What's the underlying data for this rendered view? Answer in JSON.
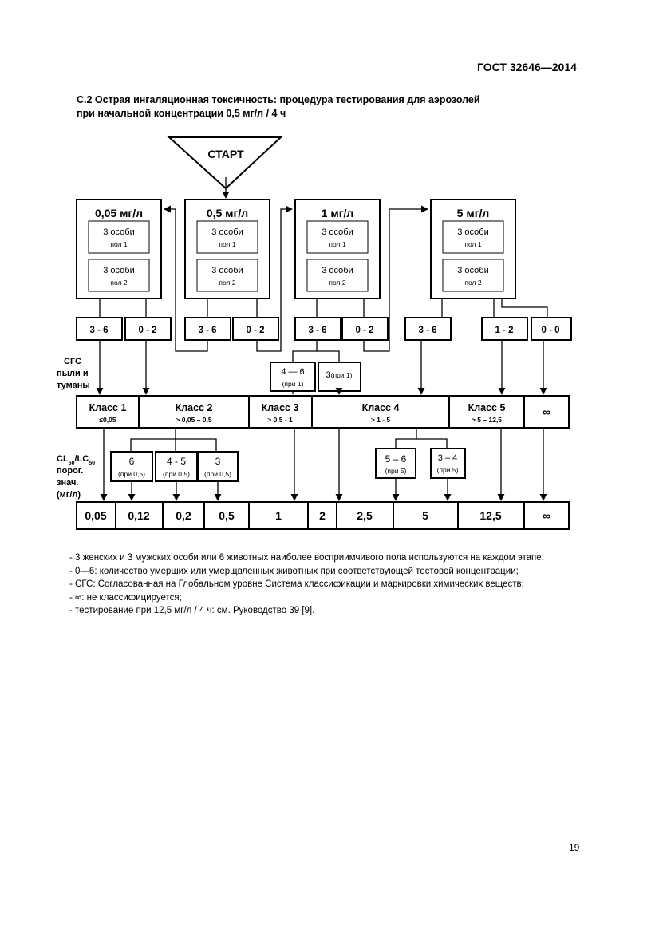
{
  "header": {
    "standard": "ГОСТ 32646—2014"
  },
  "title": {
    "line1": "С.2 Острая ингаляционная токсичность: процедура тестирования для аэрозолей",
    "line2": "при начальной концентрации 0,5 мг/л / 4 ч"
  },
  "diagram": {
    "start": "СТАРТ",
    "sub_top": "3 особи",
    "sex1": "пол 1",
    "sex2": "пол 2",
    "concentrations": [
      "0,05 мг/л",
      "0,5 мг/л",
      "1 мг/л",
      "5 мг/л"
    ],
    "outcomes": [
      "3 - 6",
      "0 - 2",
      "3 - 6",
      "0 - 2",
      "3 - 6",
      "0 - 2",
      "3 - 6",
      "1 - 2",
      "0 - 0"
    ],
    "mid_boxes": [
      {
        "top": "4 — 6",
        "bottom": "(при 1)"
      },
      {
        "top": "3",
        "bottom": "(при 1)"
      }
    ],
    "ghs_label": [
      "СГС",
      "пыли и",
      "туманы"
    ],
    "classes": [
      {
        "name": "Класс 1",
        "range": "≤0,05"
      },
      {
        "name": "Класс 2",
        "range": "> 0,05 – 0,5"
      },
      {
        "name": "Класс 3",
        "range": "> 0,5 - 1"
      },
      {
        "name": "Класс 4",
        "range": "> 1 - 5"
      },
      {
        "name": "Класс 5",
        "range": "> 5 – 12,5"
      },
      {
        "name": "∞",
        "range": ""
      }
    ],
    "lc_label": [
      "CL",
      "50",
      "/LC",
      "50",
      "порог.",
      "знач.",
      "(мг/л)"
    ],
    "lower_boxes": [
      {
        "top": "6",
        "bottom": "(при 0,5)"
      },
      {
        "top": "4 - 5",
        "bottom": "(при 0,5)"
      },
      {
        "top": "3",
        "bottom": "(при 0,5)"
      },
      {
        "top": "5 – 6",
        "bottom": "(при 5)"
      },
      {
        "top": "3 – 4",
        "bottom": "(при 5)"
      }
    ],
    "lc_values": [
      "0,05",
      "0,12",
      "0,2",
      "0,5",
      "1",
      "2",
      "2,5",
      "5",
      "12,5",
      "∞"
    ]
  },
  "legend": [
    "- 3 женских и 3 мужских особи или 6 животных наиболее восприимчивого пола используются на каждом этапе;",
    "- 0—6: количество умерших или умерщвленных животных при соответствующей тестовой концентрации;",
    "- СГС: Согласованная на Глобальном уровне Система классификации и маркировки химических веществ;",
    "- ∞: не классифицируется;",
    "- тестирование при 12,5 мг/л / 4 ч: см. Руководство 39 [9]."
  ],
  "page_number": "19"
}
